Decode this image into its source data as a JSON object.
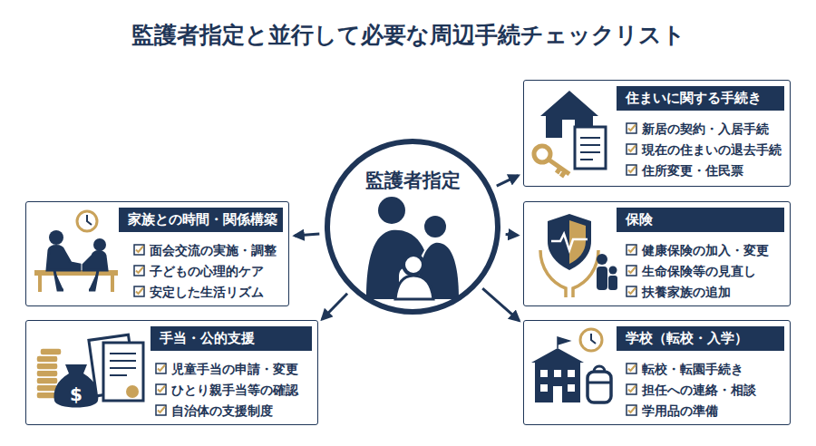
{
  "diagram": {
    "title": "監護者指定と並行して必要な周辺手続チェックリスト",
    "nodes": [
      {
        "text": [
          "監護者指定"
        ]
      },
      {
        "text": [
          "住まいに関する手続き",
          "新居の契約・入居手続",
          "現在の住まいの退去手続",
          "住所変更・住民票"
        ]
      },
      {
        "text": [
          "家族との時間・関係構築",
          "面会交流の実施・調整",
          "子どもの心理的ケア",
          "安定した生活リズム"
        ]
      },
      {
        "text": [
          "保険",
          "健康保険の加入・変更",
          "生命保険等の見直し",
          "扶養家族の追加"
        ]
      },
      {
        "text": [
          "手当・公的支援",
          "児童手当の申請・変更",
          "ひとり親手当等の確認",
          "自治体の支援制度"
        ]
      },
      {
        "text": [
          "学校（転校・入学）",
          "転校・転園手続き",
          "担任への連絡・相談",
          "学用品の準備"
        ]
      }
    ],
    "edges": [
      {
        "from": 0,
        "to": 1,
        "arrow": "to"
      },
      {
        "from": 0,
        "to": 2,
        "arrow": "to"
      },
      {
        "from": 0,
        "to": 3,
        "arrow": "to"
      },
      {
        "from": 0,
        "to": 4,
        "arrow": "to"
      },
      {
        "from": 0,
        "to": 5,
        "arrow": "to"
      }
    ]
  }
}
